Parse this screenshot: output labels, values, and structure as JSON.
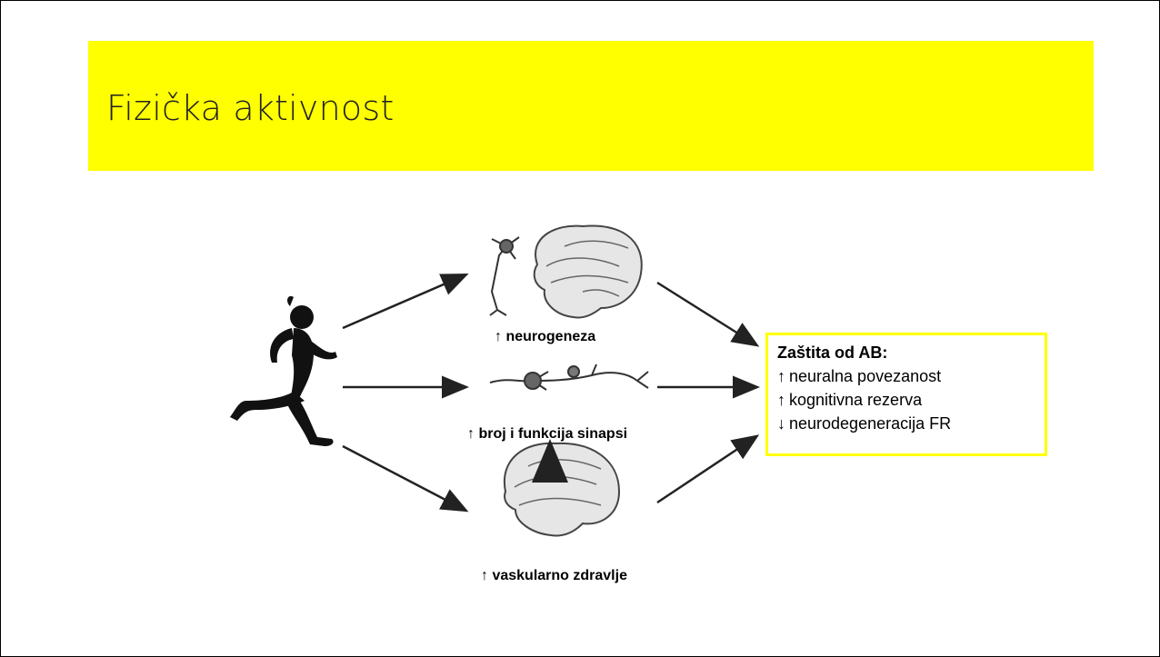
{
  "slide": {
    "title": "Fizička aktivnost",
    "accent_color": "#ffff00"
  },
  "diagram": {
    "labels": {
      "neurogenesis": "↑ neurogeneza",
      "synapses": "↑ broj i funkcija sinapsi",
      "vascular": "↑ vaskularno zdravlje"
    },
    "result": {
      "title": "Zaštita od AB:",
      "items": [
        {
          "arrow": "↑",
          "text": "neuralna povezanost"
        },
        {
          "arrow": "↑",
          "text": "kognitivna rezerva"
        },
        {
          "arrow": "↓",
          "text": "neurodegeneracija FR"
        }
      ]
    },
    "icons": [
      "runner-silhouette-icon",
      "neuron-icon",
      "brain-icon",
      "synapse-icon",
      "brain-vascular-icon"
    ]
  }
}
